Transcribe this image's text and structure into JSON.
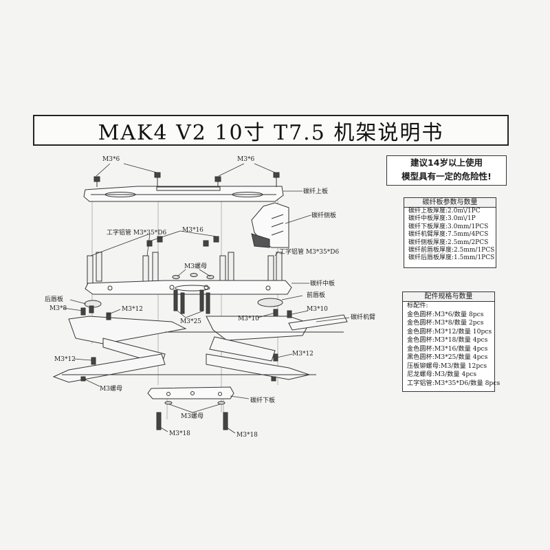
{
  "title": "MAK4 V2 10寸 T7.5 机架说明书",
  "warning": [
    "建议14岁以上使用",
    "模型具有一定的危险性!"
  ],
  "plate_table": {
    "header": "碳纤板参数与数量",
    "rows": [
      "碳纤上板厚度:2.0m\\/1PC",
      "碳纤中板厚度:3.0m\\/1P",
      "碳纤下板厚度:3.0mm/1PCS",
      "碳纤机臂厚度:7.5mm/4PCS",
      "碳纤侧板厚度:2.5mm/2PCS",
      "碳纤前唇板厚度:2.5mm/1PCS",
      "碳纤后唇板厚度:1.5mm/1PCS"
    ]
  },
  "parts_table": {
    "header": "配件规格与数量",
    "rows": [
      "标配件:",
      "金色圆杯:M3*6/数量 8pcs",
      "金色圆杯:M3*8/数量 2pcs",
      "金色圆杯:M3*12/数量 10pcs",
      "金色圆杯:M3*18/数量 4pcs",
      "金色圆杯:M3*16/数量 4pcs",
      "黑色圆杯:M3*25/数量 4pcs",
      "压板铆螺母:M3/数量 12pcs",
      "尼龙螺母:M3/数量 4pcs",
      "工字铝管:M3*35*D6/数量 8pcs"
    ]
  },
  "labels": {
    "m3x6_a": "M3*6",
    "m3x6_b": "M3*6",
    "top_plate": "碳纤上板",
    "side_plate": "碳纤侧板",
    "standoff_left": "工字铝管 M3*35*D6",
    "m3x16": "M3*16",
    "standoff_right": "工字铝管 M3*35*D6",
    "m3_nut_mid": "M3螺母",
    "middle_plate": "碳纤中板",
    "rear_lip": "后唇板",
    "front_lip": "前唇板",
    "m3x8": "M3*8",
    "m3x12_a": "M3*12",
    "m3x25": "M3*25",
    "m3x10_a": "M3*10",
    "m3x10_b": "M3*10",
    "arm": "碳纤机臂",
    "m3x12_b": "M3*12",
    "m3x12_c": "M3*12",
    "m3_nut_left": "M3螺母",
    "bottom_plate": "碳纤下板",
    "m3_nut_bottom": "M3螺母",
    "m3x18_a": "M3*18",
    "m3x18_b": "M3*18"
  }
}
